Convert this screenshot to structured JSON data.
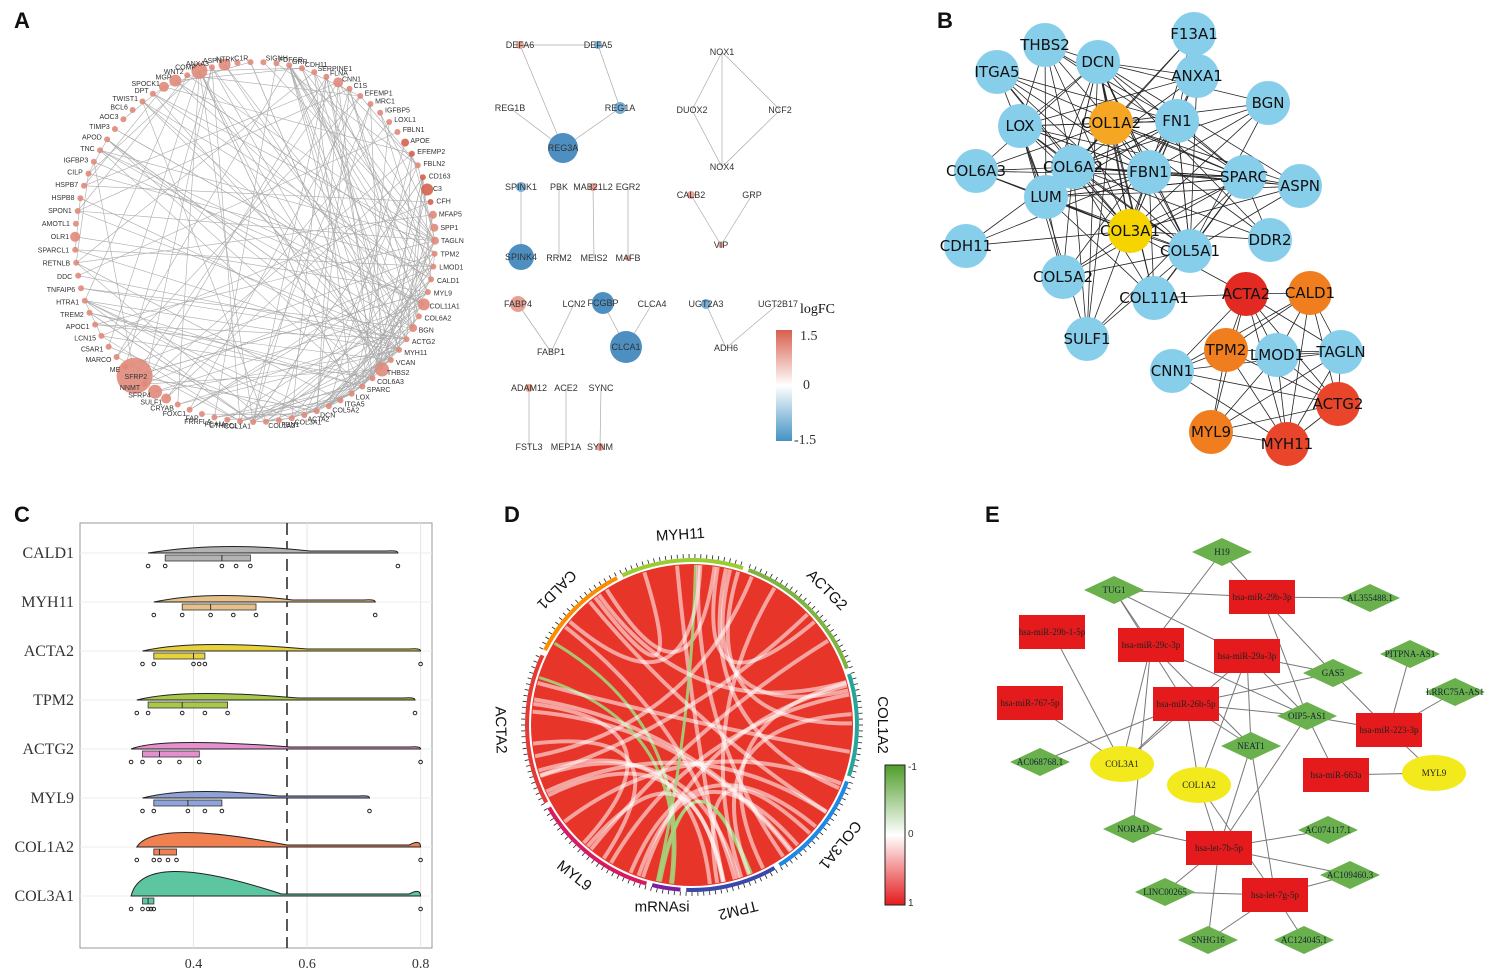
{
  "panels": {
    "A": "A",
    "B": "B",
    "C": "C",
    "D": "D",
    "E": "E"
  },
  "colors": {
    "up": "#d6604d",
    "down": "#4393c3",
    "light_blue": "#87ceeb",
    "orange": "#f4a300",
    "yellow": "#f5d800",
    "red_node": "#e8352a",
    "orange_node": "#f07d1e",
    "green": "#6ab04c",
    "red_box": "#e41a1c"
  },
  "panelA": {
    "circle_genes": [
      "COMP",
      "ANXA3",
      "ASPN",
      "NTRK",
      "C1R",
      "SIGNH",
      "FDFGR",
      "GRR",
      "CDH11",
      "SERPINE1",
      "FLNA",
      "CNN1",
      "C1S",
      "EFEMP1",
      "MRC1",
      "IGFBP5",
      "LOXL1",
      "FBLN1",
      "APOE",
      "EFEMP2",
      "FBLN2",
      "CD163",
      "C3",
      "CFH",
      "MFAP5",
      "SPP1",
      "TAGLN",
      "TPM2",
      "LMOD1",
      "CALD1",
      "MYL9",
      "COL11A1",
      "COL6A2",
      "BGN",
      "ACTG2",
      "MYH11",
      "VCAN",
      "THBS2",
      "COL6A3",
      "SPARC",
      "LOX",
      "ITGA5",
      "COL5A2",
      "DCN",
      "ACTA2",
      "COL3A1",
      "FBN1",
      "COL1A2",
      "COL1A1",
      "CTHRC1",
      "FCAM",
      "FRRFLA",
      "FAP",
      "FOXC1",
      "CRYAB",
      "SULF1",
      "SFRP4",
      "NNMT",
      "SFRP2",
      "ME",
      "MARCO",
      "C5AR1",
      "LCN15",
      "APOC1",
      "TREM2",
      "HTRA1",
      "TNFAIP6",
      "DDC",
      "RETNLB",
      "SPARCL1",
      "OLR1",
      "AMOTL1",
      "SPON1",
      "HSPB8",
      "HSPB7",
      "CILP",
      "IGFBP3",
      "TNC",
      "APOD",
      "TIMP3",
      "AOC3",
      "BCL6",
      "TWIST1",
      "DPT",
      "SPOCK1",
      "MGP",
      "WNT2"
    ],
    "small_nodes": [
      "DEFA6",
      "DEFA5",
      "NOX1",
      "REG1B",
      "REG1A",
      "DUOX2",
      "NCF2",
      "REG3A",
      "NOX4",
      "SPINK1",
      "PBK",
      "MAB21L2",
      "EGR2",
      "CALB2",
      "GRP",
      "SPINK4",
      "RRM2",
      "MEIS2",
      "MAFB",
      "VIP",
      "FABP4",
      "LCN2",
      "FCGBP",
      "CLCA4",
      "UGT2A3",
      "UGT2B17",
      "FABP1",
      "CLCA1",
      "ADH6",
      "ADAM12",
      "ACE2",
      "SYNC",
      "FSTL3",
      "MEP1A",
      "SYNM"
    ],
    "legend": {
      "title": "logFC",
      "max": "1.5",
      "mid": "0",
      "min": "-1.5"
    }
  },
  "panelB": {
    "nodes": [
      "THBS2",
      "F13A1",
      "ITGA5",
      "DCN",
      "ANXA1",
      "BGN",
      "LOX",
      "COL1A2",
      "FN1",
      "COL6A3",
      "COL6A2",
      "FBN1",
      "SPARC",
      "ASPN",
      "LUM",
      "COL3A1",
      "DDR2",
      "CDH11",
      "COL5A1",
      "COL5A2",
      "COL11A1",
      "ACTA2",
      "CALD1",
      "SULF1",
      "TPM2",
      "LMOD1",
      "TAGLN",
      "CNN1",
      "ACTG2",
      "MYL9",
      "MYH11"
    ]
  },
  "chart_data": {
    "type": "raincloud",
    "categories": [
      "CALD1",
      "MYH11",
      "ACTA2",
      "TPM2",
      "ACTG2",
      "MYL9",
      "COL1A2",
      "COL3A1"
    ],
    "x_ticks": [
      "0.4",
      "0.6",
      "0.8"
    ],
    "xlim": [
      0.2,
      0.82
    ],
    "dashed_line_x": 0.6,
    "series_colors": [
      "#b3b3b3",
      "#e6c08a",
      "#e6d23a",
      "#a8c84a",
      "#e58fcf",
      "#8fa3d9",
      "#f08050",
      "#5cc6a0"
    ]
  },
  "panelD": {
    "sectors": [
      "MYH11",
      "ACTG2",
      "COL1A2",
      "COL3A1",
      "TPM2",
      "mRNAsi",
      "MYL9",
      "ACTA2",
      "CALD1"
    ],
    "legend": {
      "top": "-1",
      "mid": "0",
      "bottom": "1"
    }
  },
  "panelE": {
    "mirnas": [
      "hsa-miR-29b-3p",
      "hsa-miR-29b-1-5p",
      "hsa-miR-29c-3p",
      "hsa-miR-29a-3p",
      "hsa-miR-767-5p",
      "hsa-miR-26b-5p",
      "hsa-miR-223-3p",
      "hsa-miR-663a",
      "hsa-let-7b-5p",
      "hsa-let-7g-5p"
    ],
    "lncrnas": [
      "H19",
      "TUG1",
      "AL355488.1",
      "PITPNA-AS1",
      "GAS5",
      "LRRC75A-AS1",
      "OIP5-AS1",
      "NEAT1",
      "AC068768.1",
      "NORAD",
      "AC074117.1",
      "AC109460.3",
      "LINC00265",
      "SNHG16",
      "AC124045.1"
    ],
    "mrnas": [
      "COL3A1",
      "COL1A2",
      "MYL9"
    ]
  }
}
